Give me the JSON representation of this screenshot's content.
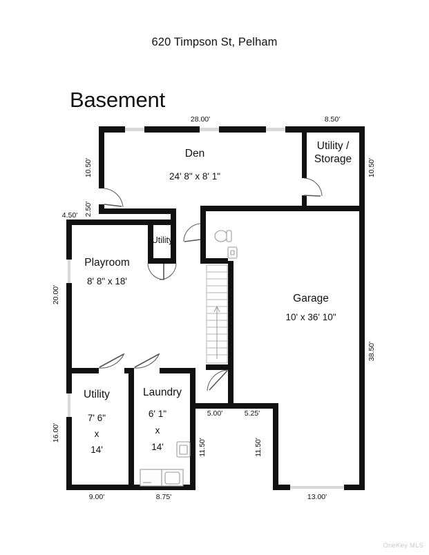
{
  "header": {
    "address": "620 Timpson St, Pelham",
    "level": "Basement"
  },
  "watermark": "OneKey MLS",
  "colors": {
    "wall": "#111111",
    "opening": "#d9d9d9",
    "door": "#555555",
    "fixture": "#9a9a9a",
    "background": "#ffffff",
    "watermark": "#c9c9c9"
  },
  "rooms": [
    {
      "name": "Den",
      "dimensions": "24' 8\" x 8' 1\""
    },
    {
      "name": "Utility /",
      "name2": "Storage",
      "dimensions": ""
    },
    {
      "name": "Utility",
      "dimensions": ""
    },
    {
      "name": "Playroom",
      "dimensions": "8' 8\" x 18'"
    },
    {
      "name": "Garage",
      "dimensions": "10' x 36' 10\""
    },
    {
      "name": "Utility",
      "dim_l1": "7' 6\"",
      "dim_l2": "x",
      "dim_l3": "14'"
    },
    {
      "name": "Laundry",
      "dim_l1": "6' 1\"",
      "dim_l2": "x",
      "dim_l3": "14'"
    }
  ],
  "measurements": {
    "top_den": "28.00'",
    "top_utility_storage": "8.50'",
    "left_den": "10.50'",
    "right_utility_storage": "10.50'",
    "left_step": "2.50'",
    "left_offset": "4.50'",
    "left_playroom": "20.00'",
    "left_lower": "16.00'",
    "right_garage": "38.50'",
    "bottom_utility": "9.00'",
    "bottom_laundry": "8.75'",
    "mid_notch_left": "5.00'",
    "mid_notch_right": "5.25'",
    "notch_depth_left": "11.50'",
    "notch_depth_right": "11.50'",
    "bottom_garage": "13.00'"
  },
  "fixtures": [
    {
      "name": "toilet"
    },
    {
      "name": "bathroom-sink"
    },
    {
      "name": "laundry-sink"
    },
    {
      "name": "washer"
    },
    {
      "name": "dryer"
    },
    {
      "name": "staircase"
    }
  ]
}
